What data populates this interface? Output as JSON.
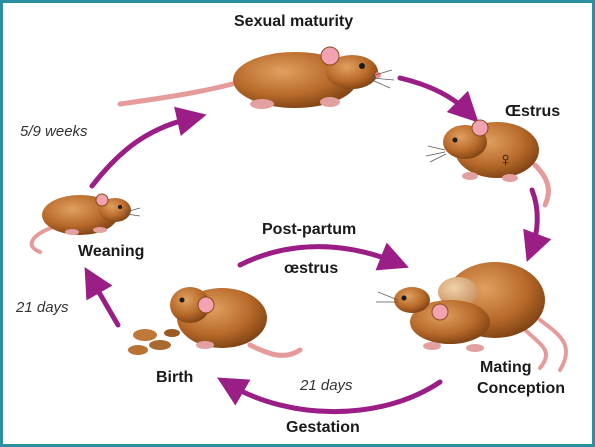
{
  "stages": {
    "sexual_maturity": "Sexual maturity",
    "oestrus": "Œstrus",
    "mating": "Mating",
    "conception": "Conception",
    "gestation": "Gestation",
    "birth": "Birth",
    "weaning": "Weaning",
    "post_partum_1": "Post-partum",
    "post_partum_2": "œstrus"
  },
  "durations": {
    "maturity_time": "5/9 weeks",
    "weaning_time": "21 days",
    "gestation_time": "21 days"
  },
  "symbols": {
    "female": "♀"
  },
  "colors": {
    "arrow": "#9b1d86",
    "border": "#2b8ea1",
    "fur": "#b86a2a",
    "tail": "#e69b9b"
  }
}
